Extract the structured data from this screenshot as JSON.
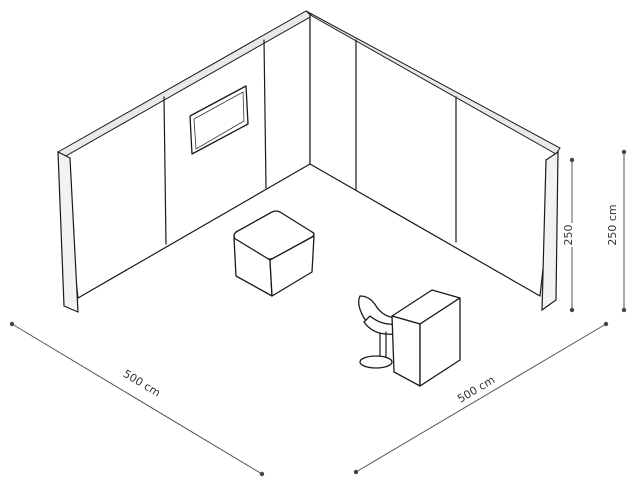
{
  "dimensions": {
    "left_width": "500 cm",
    "right_width": "500 cm",
    "wall_height_inner": "250",
    "wall_height_outer": "250 cm"
  }
}
